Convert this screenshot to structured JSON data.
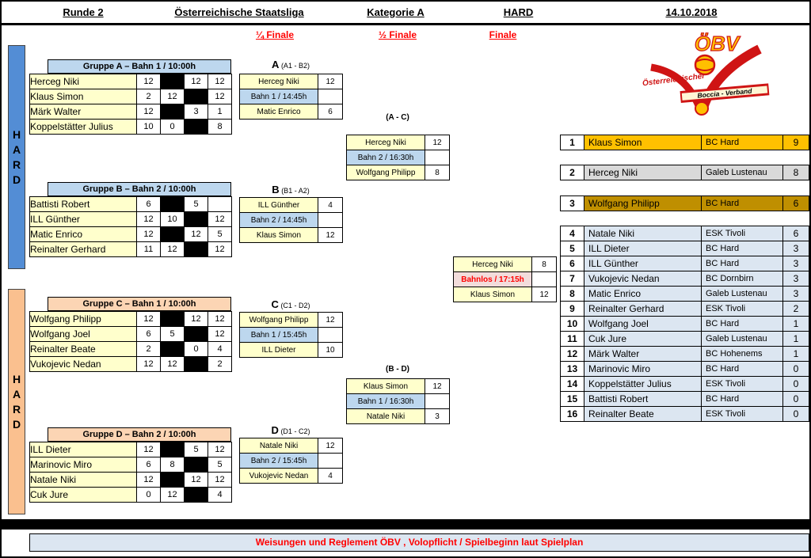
{
  "header": {
    "round": "Runde 2",
    "league": "Österreichische Staatsliga",
    "category": "Kategorie A",
    "venue": "HARD",
    "date": "14.10.2018"
  },
  "stage_labels": {
    "quarter": "¼ Finale",
    "semi": "½ Finale",
    "final": "Finale"
  },
  "side_bars": [
    {
      "label": "HARD",
      "color_key": "bar_blue"
    },
    {
      "label": "HARD",
      "color_key": "bar_orange"
    }
  ],
  "groups": [
    {
      "title": "Gruppe A – Bahn 1 / 10:00h",
      "header_color_key": "group_header_blue",
      "rows": [
        {
          "name": "Herceg Niki",
          "cells": [
            "12",
            "#",
            "12",
            "12"
          ]
        },
        {
          "name": "Klaus Simon",
          "cells": [
            "2",
            "12",
            "#",
            "12"
          ]
        },
        {
          "name": "Märk Walter",
          "cells": [
            "12",
            "#",
            "3",
            "1"
          ]
        },
        {
          "name": "Koppelstätter Julius",
          "cells": [
            "10",
            "0",
            "#",
            "8"
          ]
        }
      ]
    },
    {
      "title": "Gruppe B – Bahn 2 / 10:00h",
      "header_color_key": "group_header_blue",
      "rows": [
        {
          "name": "Battisti Robert",
          "cells": [
            "6",
            "#",
            "5",
            ""
          ]
        },
        {
          "name": "ILL Günther",
          "cells": [
            "12",
            "10",
            "#",
            "12"
          ]
        },
        {
          "name": "Matic Enrico",
          "cells": [
            "12",
            "#",
            "12",
            "5"
          ]
        },
        {
          "name": "Reinalter Gerhard",
          "cells": [
            "11",
            "12",
            "#",
            "12"
          ]
        }
      ]
    },
    {
      "title": "Gruppe C – Bahn 1 / 10:00h",
      "header_color_key": "group_header_orange",
      "rows": [
        {
          "name": "Wolfgang Philipp",
          "cells": [
            "12",
            "#",
            "12",
            "12"
          ]
        },
        {
          "name": "Wolfgang Joel",
          "cells": [
            "6",
            "5",
            "#",
            "12"
          ]
        },
        {
          "name": "Reinalter Beate",
          "cells": [
            "2",
            "#",
            "0",
            "4"
          ]
        },
        {
          "name": "Vukojevic Nedan",
          "cells": [
            "12",
            "12",
            "#",
            "2"
          ]
        }
      ]
    },
    {
      "title": "Gruppe D – Bahn 2 / 10:00h",
      "header_color_key": "group_header_orange",
      "rows": [
        {
          "name": "ILL Dieter",
          "cells": [
            "12",
            "#",
            "5",
            "12"
          ]
        },
        {
          "name": "Marinovic Miro",
          "cells": [
            "6",
            "8",
            "#",
            "5"
          ]
        },
        {
          "name": "Natale Niki",
          "cells": [
            "12",
            "#",
            "12",
            "12"
          ]
        },
        {
          "name": "Cuk Jure",
          "cells": [
            "0",
            "12",
            "#",
            "4"
          ]
        }
      ]
    }
  ],
  "quarterfinals": [
    {
      "label": "A",
      "sub": "(A1 - B2)",
      "p1": "Herceg Niki",
      "s1": "12",
      "info": "Bahn 1 / 14:45h",
      "p2": "Matic Enrico",
      "s2": "6"
    },
    {
      "label": "B",
      "sub": "(B1 - A2)",
      "p1": "ILL Günther",
      "s1": "4",
      "info": "Bahn 2 / 14:45h",
      "p2": "Klaus Simon",
      "s2": "12"
    },
    {
      "label": "C",
      "sub": "(C1 - D2)",
      "p1": "Wolfgang Philipp",
      "s1": "12",
      "info": "Bahn 1 / 15:45h",
      "p2": "ILL Dieter",
      "s2": "10"
    },
    {
      "label": "D",
      "sub": "(D1 - C2)",
      "p1": "Natale Niki",
      "s1": "12",
      "info": "Bahn 2 / 15:45h",
      "p2": "Vukojevic Nedan",
      "s2": "4"
    }
  ],
  "semifinals": [
    {
      "label": "(A - C)",
      "p1": "Herceg Niki",
      "s1": "12",
      "info": "Bahn 2 / 16:30h",
      "p2": "Wolfgang Philipp",
      "s2": "8"
    },
    {
      "label": "(B - D)",
      "p1": "Klaus Simon",
      "s1": "12",
      "info": "Bahn 1 / 16:30h",
      "p2": "Natale Niki",
      "s2": "3"
    }
  ],
  "final": {
    "p1": "Herceg Niki",
    "s1": "8",
    "info": "Bahnlos / 17:15h",
    "p2": "Klaus Simon",
    "s2": "12"
  },
  "standings": [
    {
      "rank": "1",
      "name": "Klaus Simon",
      "club": "BC Hard",
      "points": "9",
      "medal": "gold"
    },
    {
      "rank": "2",
      "name": "Herceg Niki",
      "club": "Galeb Lustenau",
      "points": "8",
      "medal": "silver"
    },
    {
      "rank": "3",
      "name": "Wolfgang Philipp",
      "club": "BC Hard",
      "points": "6",
      "medal": "bronze"
    },
    {
      "rank": "4",
      "name": "Natale Niki",
      "club": "ESK Tivoli",
      "points": "6"
    },
    {
      "rank": "5",
      "name": "ILL Dieter",
      "club": "BC Hard",
      "points": "3"
    },
    {
      "rank": "6",
      "name": "ILL Günther",
      "club": "BC Hard",
      "points": "3"
    },
    {
      "rank": "7",
      "name": "Vukojevic Nedan",
      "club": "BC Dornbirn",
      "points": "3"
    },
    {
      "rank": "8",
      "name": "Matic Enrico",
      "club": "Galeb Lustenau",
      "points": "3"
    },
    {
      "rank": "9",
      "name": "Reinalter Gerhard",
      "club": "ESK Tivoli",
      "points": "2"
    },
    {
      "rank": "10",
      "name": "Wolfgang Joel",
      "club": "BC Hard",
      "points": "1"
    },
    {
      "rank": "11",
      "name": "Cuk Jure",
      "club": "Galeb Lustenau",
      "points": "1"
    },
    {
      "rank": "12",
      "name": "Märk Walter",
      "club": "BC Hohenems",
      "points": "1"
    },
    {
      "rank": "13",
      "name": "Marinovic Miro",
      "club": "BC Hard",
      "points": "0"
    },
    {
      "rank": "14",
      "name": "Koppelstätter Julius",
      "club": "ESK Tivoli",
      "points": "0"
    },
    {
      "rank": "15",
      "name": "Battisti Robert",
      "club": "BC Hard",
      "points": "0"
    },
    {
      "rank": "16",
      "name": "Reinalter Beate",
      "club": "ESK Tivoli",
      "points": "0"
    }
  ],
  "logo": {
    "abbr": "ÖBV",
    "line1": "Österreichischer",
    "line2": "Boccia - Verband"
  },
  "footer": "Weisungen und Reglement ÖBV , Volopflicht / Spielbeginn laut Spielplan",
  "colors": {
    "accent_red": "#ff0000",
    "gold": "#ffc000",
    "silver": "#d9d9d9",
    "bronze": "#bf8f00",
    "row_blue": "#dce6f1",
    "name_yellow": "#ffffcc",
    "info_blue": "#bdd7ee",
    "final_pink": "#f2dcdb",
    "bar_blue": "#538dd5",
    "bar_orange": "#fac08f",
    "group_header_blue": "#bdd7ee",
    "group_header_orange": "#fcd5b4"
  }
}
